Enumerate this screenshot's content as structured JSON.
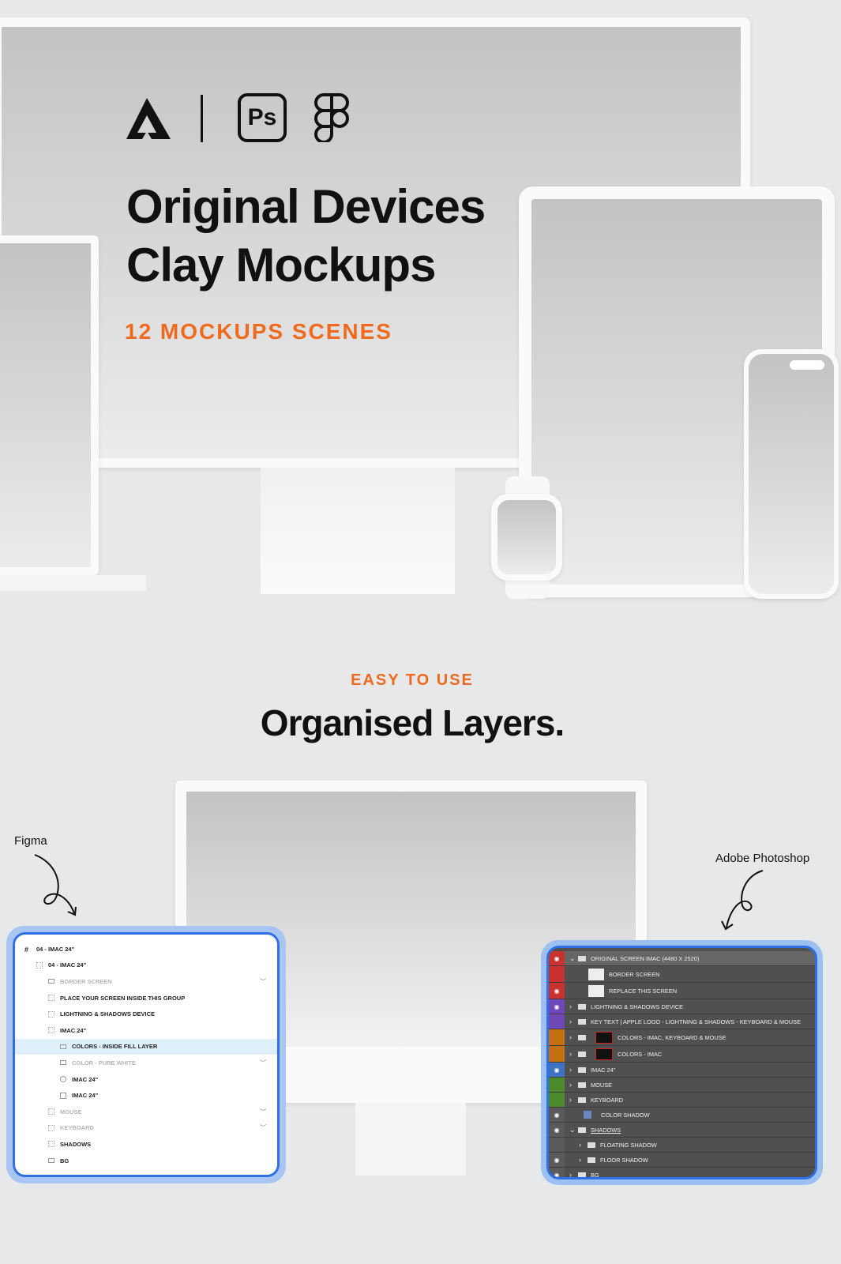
{
  "hero": {
    "title_line1": "Original Devices",
    "title_line2": "Clay Mockups",
    "subtitle": "12 MOCKUPS SCENES",
    "logos": [
      "affinity-logo",
      "photoshop-logo",
      "figma-logo"
    ],
    "ps_logo_text": "Ps"
  },
  "section": {
    "eyebrow": "EASY TO USE",
    "heading": "Organised Layers."
  },
  "annotations": {
    "figma": "Figma",
    "photoshop": "Adobe Photoshop"
  },
  "figma_layers": [
    {
      "label": "04 - IMAC 24\"",
      "indent": 0,
      "state": "normal",
      "icon": "frame"
    },
    {
      "label": "04 - IMAC 24\"",
      "indent": 1,
      "state": "normal",
      "icon": "group"
    },
    {
      "label": "BORDER SCREEN",
      "indent": 2,
      "state": "dim",
      "icon": "rect",
      "hidden": true
    },
    {
      "label": "PLACE YOUR SCREEN INSIDE THIS GROUP",
      "indent": 2,
      "state": "normal",
      "icon": "group"
    },
    {
      "label": "LIGHTNING & SHADOWS DEVICE",
      "indent": 2,
      "state": "normal",
      "icon": "group"
    },
    {
      "label": "IMAC 24\"",
      "indent": 2,
      "state": "normal",
      "icon": "group"
    },
    {
      "label": "COLORS - INSIDE FILL LAYER",
      "indent": 3,
      "state": "selected",
      "icon": "rect"
    },
    {
      "label": "COLOR - PURE WHITE",
      "indent": 3,
      "state": "dim",
      "icon": "rect",
      "hidden": true
    },
    {
      "label": "IMAC 24\"",
      "indent": 3,
      "state": "normal",
      "icon": "mask"
    },
    {
      "label": "IMAC 24\"",
      "indent": 3,
      "state": "normal",
      "icon": "image"
    },
    {
      "label": "MOUSE",
      "indent": 2,
      "state": "dim",
      "icon": "group",
      "hidden": true
    },
    {
      "label": "KEYBOARD",
      "indent": 2,
      "state": "dim",
      "icon": "group",
      "hidden": true
    },
    {
      "label": "SHADOWS",
      "indent": 2,
      "state": "normal",
      "icon": "group"
    },
    {
      "label": "BG",
      "indent": 2,
      "state": "normal",
      "icon": "rect"
    }
  ],
  "ps_layers": [
    {
      "label": "ORIGINAL SCREEN IMAC (4480 X 2520)",
      "color": "#c8322f",
      "visible": true,
      "type": "folder-open",
      "indent": 0
    },
    {
      "label": "BORDER SCREEN",
      "color": "#c8322f",
      "visible": false,
      "type": "thumb",
      "indent": 1
    },
    {
      "label": "REPLACE THIS SCREEN",
      "color": "#c8322f",
      "visible": true,
      "type": "thumb",
      "indent": 1
    },
    {
      "label": "LIGHTNING & SHADOWS DEVICE",
      "color": "#7048b8",
      "visible": true,
      "type": "folder",
      "indent": 0
    },
    {
      "label": "KEY TEXT | APPLE LOGO - LIGHTNING & SHADOWS - KEYBOARD & MOUSE",
      "color": "#7048b8",
      "visible": false,
      "type": "folder",
      "indent": 0
    },
    {
      "label": "COLORS - IMAC, KEYBOARD & MOUSE",
      "color": "#c46f12",
      "visible": false,
      "type": "masked",
      "indent": 0
    },
    {
      "label": "COLORS - IMAC",
      "color": "#c46f12",
      "visible": false,
      "type": "masked",
      "indent": 0
    },
    {
      "label": "IMAC 24\"",
      "color": "#3f72c0",
      "visible": true,
      "type": "folder",
      "indent": 0
    },
    {
      "label": "MOUSE",
      "color": "#4c8a2c",
      "visible": false,
      "type": "folder",
      "indent": 0
    },
    {
      "label": "KEYBOARD",
      "color": "#4c8a2c",
      "visible": false,
      "type": "folder",
      "indent": 0
    },
    {
      "label": "COLOR SHADOW",
      "color": "#5a5a5a",
      "visible": true,
      "type": "fill",
      "indent": 0
    },
    {
      "label": "SHADOWS",
      "color": "#5a5a5a",
      "visible": true,
      "type": "folder-open",
      "indent": 0
    },
    {
      "label": "FLOATING SHADOW",
      "color": "#5a5a5a",
      "visible": false,
      "type": "folder",
      "indent": 1
    },
    {
      "label": "FLOOR SHADOW",
      "color": "#5a5a5a",
      "visible": true,
      "type": "folder",
      "indent": 1
    },
    {
      "label": "BG",
      "color": "#5a5a5a",
      "visible": true,
      "type": "folder",
      "indent": 0
    }
  ],
  "colors": {
    "accent": "#ef6a1e",
    "selection": "#2f6fe4"
  }
}
